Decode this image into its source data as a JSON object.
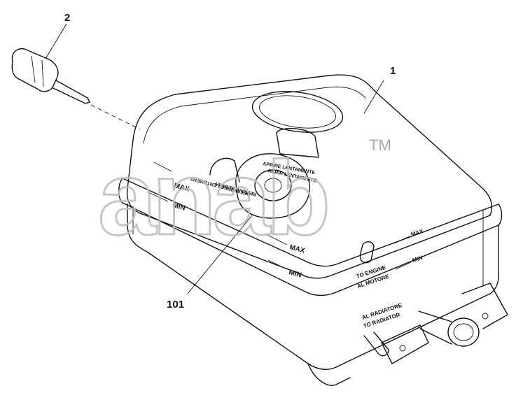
{
  "callouts": {
    "tank": "1",
    "sensor": "2",
    "cap": "101"
  },
  "tank_labels": {
    "left_max": "MAX",
    "left_min": "MIN",
    "front_max": "MAX",
    "front_min": "MIN",
    "right_max": "MAX",
    "right_min": "MIN",
    "to_engine": "TO ENGINE",
    "al_motore": "AL MOTORE",
    "al_radiatore": "AL RADIATORE",
    "to_radiator": "TO RADIATOR"
  },
  "cap_labels": {
    "line1": "APRIRE LENTAMENTE",
    "line2": "ABRIR LENTAMENTE",
    "line3": "DESSERRER LENTEMENT",
    "line4": "REMOVE SLOWLY"
  },
  "watermark": {
    "text": "anab",
    "tm": "TM"
  }
}
